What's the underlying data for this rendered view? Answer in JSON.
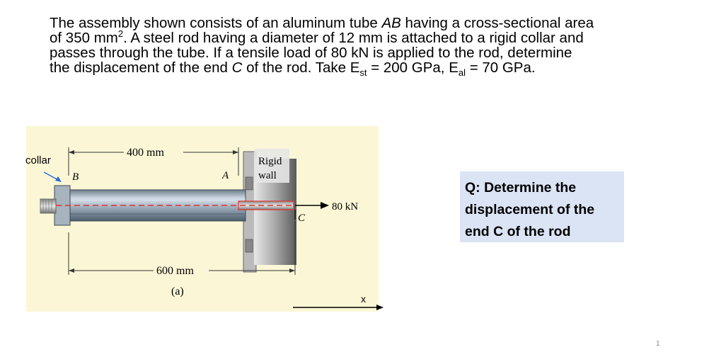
{
  "problem": {
    "l1_pre": "The assembly shown consists of an aluminum tube ",
    "l1_ab": "AB",
    "l1_post": " having a cross-sectional area",
    "l2_pre": "of 350 mm",
    "l2_sup": "2",
    "l2_post": ". A steel rod having a diameter of 12 mm is attached to a rigid collar and",
    "l3": "passes through the tube. If a tensile load of 80 kN is applied to the rod, determine",
    "l4_pre": "the displacement of the end ",
    "l4_c": "C",
    "l4_mid": " of the rod. Take E",
    "l4_sub_st": "st",
    "l4_mid2": " = 200 GPa, E",
    "l4_sub_al": "al",
    "l4_post": " = 70 GPa."
  },
  "figure": {
    "collar_label": "collar",
    "dim_top": "400 mm",
    "dim_bottom": "600 mm",
    "label_b": "B",
    "label_a": "A",
    "label_c": "C",
    "wall_label_1": "Rigid",
    "wall_label_2": "wall",
    "load_label": "80 kN",
    "caption": "(a)"
  },
  "question": {
    "text": "Q: Determine the displacement of the end C of the rod"
  },
  "x_label": "x",
  "page_number": "1",
  "colors": {
    "figure_bg": "#fbf7d6",
    "question_bg": "#dbe4f4",
    "dashed_line": "#e53030"
  }
}
